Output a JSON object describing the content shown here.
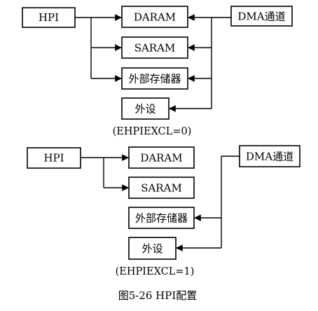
{
  "figure_caption": "图5-26  HPI配置",
  "config_top": {
    "caption": "(EHPIEXCL=0)",
    "hpi": "HPI",
    "daram": "DARAM",
    "saram": "SARAM",
    "external_memory": "外部存储器",
    "peripheral": "外设",
    "dma": "DMA通道"
  },
  "config_bottom": {
    "caption": "(EHPIEXCL=1)",
    "hpi": "HPI",
    "daram": "DARAM",
    "saram": "SARAM",
    "external_memory": "外部存储器",
    "peripheral": "外设",
    "dma": "DMA通道"
  }
}
